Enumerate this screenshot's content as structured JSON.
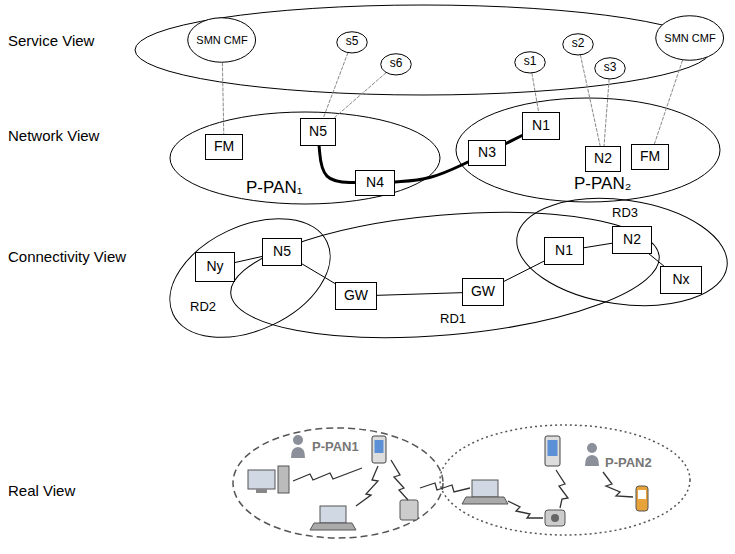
{
  "diagram": {
    "nodes": [
      {
        "text": [
          "SMN CMF"
        ]
      },
      {
        "text": [
          "s5"
        ]
      },
      {
        "text": [
          "s6"
        ]
      },
      {
        "text": [
          "s1"
        ]
      },
      {
        "text": [
          "s2"
        ]
      },
      {
        "text": [
          "s3"
        ]
      },
      {
        "text": [
          "SMN CMF"
        ]
      },
      {
        "text": [
          "FM"
        ]
      },
      {
        "text": [
          "N5"
        ]
      },
      {
        "text": [
          "N4"
        ]
      },
      {
        "text": [
          "N3"
        ]
      },
      {
        "text": [
          "N1"
        ]
      },
      {
        "text": [
          "N2"
        ]
      },
      {
        "text": [
          "FM"
        ]
      },
      {
        "text": [
          "Ny"
        ]
      },
      {
        "text": [
          "N5"
        ]
      },
      {
        "text": [
          "GW"
        ]
      },
      {
        "text": [
          "GW"
        ]
      },
      {
        "text": [
          "N1"
        ]
      },
      {
        "text": [
          "N2"
        ]
      },
      {
        "text": [
          "Nx"
        ]
      }
    ],
    "edges": [
      {
        "from": 0,
        "to": 7,
        "arrow": "none"
      },
      {
        "from": 1,
        "to": 8,
        "arrow": "none"
      },
      {
        "from": 2,
        "to": 8,
        "arrow": "none"
      },
      {
        "from": 3,
        "to": 11,
        "arrow": "none"
      },
      {
        "from": 4,
        "to": 12,
        "arrow": "none"
      },
      {
        "from": 5,
        "to": 12,
        "arrow": "none"
      },
      {
        "from": 6,
        "to": 13,
        "arrow": "none"
      },
      {
        "from": 8,
        "to": 9,
        "arrow": "none"
      },
      {
        "from": 9,
        "to": 10,
        "arrow": "none"
      },
      {
        "from": 10,
        "to": 11,
        "arrow": "none"
      },
      {
        "from": 14,
        "to": 15,
        "arrow": "none"
      },
      {
        "from": 15,
        "to": 16,
        "arrow": "none"
      },
      {
        "from": 16,
        "to": 17,
        "arrow": "none"
      },
      {
        "from": 17,
        "to": 18,
        "arrow": "none"
      },
      {
        "from": 18,
        "to": 19,
        "arrow": "none"
      },
      {
        "from": 19,
        "to": 20,
        "arrow": "none"
      }
    ],
    "labels": [
      "Service View",
      "Network View",
      "Connectivity View",
      "Real View",
      "P-PAN₁",
      "P-PAN₂",
      "RD2",
      "RD1",
      "RD3",
      "P-PAN1",
      "P-PAN2"
    ]
  }
}
